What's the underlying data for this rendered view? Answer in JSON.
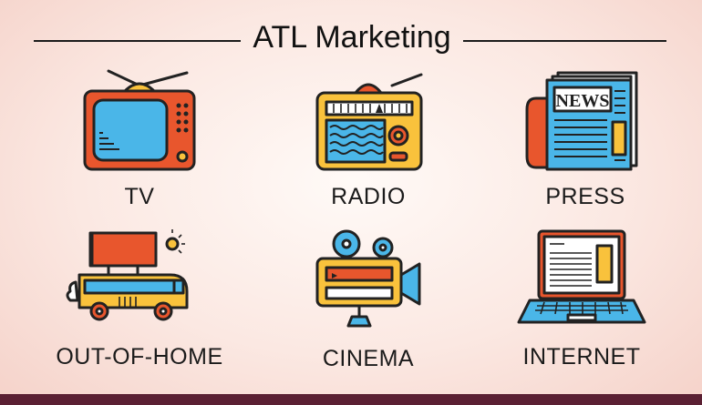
{
  "title": "ATL Marketing",
  "items": [
    {
      "label": "TV",
      "icon": "tv-icon"
    },
    {
      "label": "RADIO",
      "icon": "radio-icon"
    },
    {
      "label": "PRESS",
      "icon": "newspaper-icon"
    },
    {
      "label": "OUT-OF-HOME",
      "icon": "billboard-bus-icon"
    },
    {
      "label": "CINEMA",
      "icon": "film-camera-icon"
    },
    {
      "label": "INTERNET",
      "icon": "laptop-icon"
    }
  ],
  "newspaper_headline": "NEWS",
  "colors": {
    "orange": "#e8562d",
    "yellow": "#f9c23c",
    "blue": "#4ab6e8",
    "outline": "#222222",
    "footer": "#5b2033"
  }
}
